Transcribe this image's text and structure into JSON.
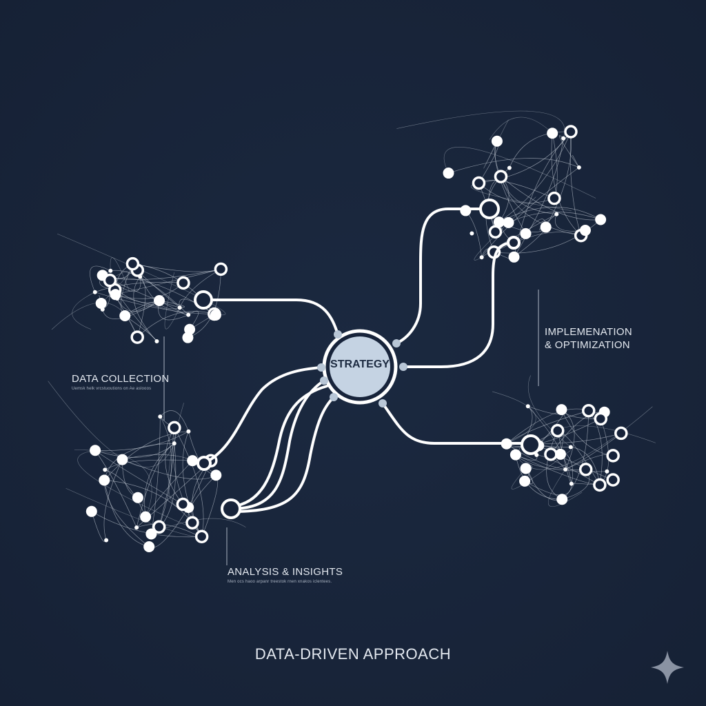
{
  "title": "DATA-DRIVEN APPROACH",
  "center": {
    "label": "STRATEGY",
    "fill": "#c5d3e3"
  },
  "sections": [
    {
      "label": "DATA COLLECTION",
      "sub": "Uemsk helk vrcstuoutions on Ae aslooos"
    },
    {
      "label": "ANALYSIS & INSIGHTS",
      "sub": "Men ocs haoo arpanr treestok rnen xnakos iclentees."
    },
    {
      "label_1": "IMPLEMENATION",
      "label_2": "& OPTIMIZATION"
    }
  ],
  "colors": {
    "background": "#17233a",
    "line": "#ffffff",
    "node": "#ffffff"
  }
}
